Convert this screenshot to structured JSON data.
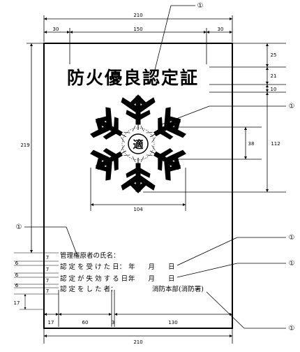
{
  "title": "防火優良認定証",
  "emblem_char": "適",
  "fields": [
    {
      "label": "管理権原者の氏名：",
      "value": ""
    },
    {
      "label": "認 定 を 受 け た 日：",
      "value": "年　　月　　日"
    },
    {
      "label": "認 定 が 失 効 す る 日：",
      "value": "年　　月　　日"
    },
    {
      "label": "認 定 を し た 者：",
      "value": "消防本部(消防署)"
    }
  ],
  "dimensions": {
    "top_width": "210",
    "top_left_margin": "30",
    "top_middle": "150",
    "top_right_margin": "30",
    "right_title_top": "25",
    "right_title_height": "21",
    "right_gap": "10",
    "emblem_height": "112",
    "emblem_inner": "38",
    "emblem_width": "104",
    "left_height": "219",
    "row_gaps": [
      "7",
      "7",
      "7",
      "7"
    ],
    "row_offsets": [
      "6",
      "6",
      "6"
    ],
    "bottom_offset": "17",
    "bottom_left": "17",
    "bottom_middle": "60",
    "bottom_small": "3",
    "bottom_right": "130",
    "bottom_width": "210"
  },
  "callout_marker": "①"
}
